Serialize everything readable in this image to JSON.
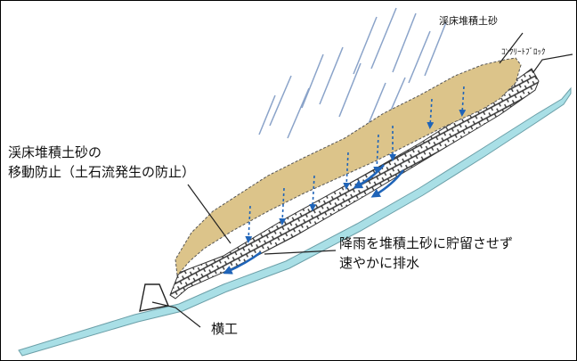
{
  "labels": {
    "sediment": "渓床堆積土砂",
    "concrete_block": "ｺﾝｸﾘｰﾄﾌﾞﾛｯｸ",
    "purpose_line1": "渓床堆積土砂の",
    "purpose_line2": "移動防止（土石流発生の防止）",
    "drain_line1": "降雨を堆積土砂に貯留させず",
    "drain_line2": "速やかに排水",
    "check_structure": "横工"
  },
  "colors": {
    "sediment_fill": "#dcc48a",
    "water": "#a9dfe6",
    "rain": "#8aa3c9",
    "flow_arrow": "#1f64b8",
    "block_outline": "#333333"
  },
  "icons": {
    "rain": "rain-lines",
    "seepage": "dashed-down-arrows",
    "drainage": "curved-flow-arrows"
  }
}
